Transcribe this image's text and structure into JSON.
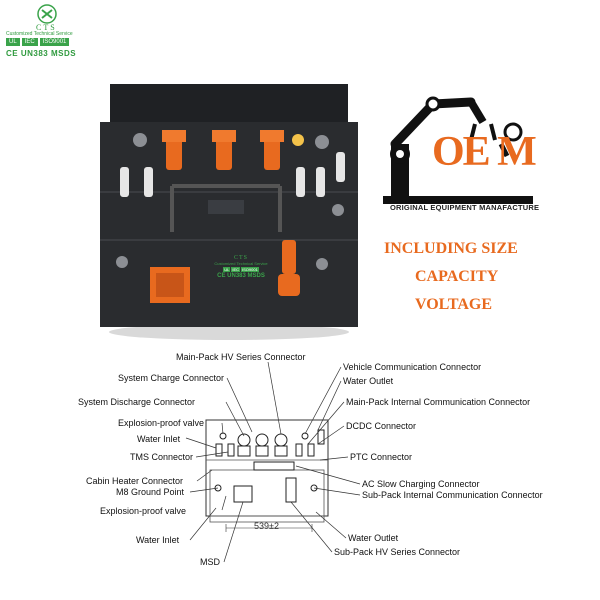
{
  "brand": {
    "name": "CTS",
    "subtitle": "Customized Technical Service",
    "certs": [
      "UL",
      "IEC",
      "ISO9001"
    ],
    "certs_line2": "CE UN383  MSDS"
  },
  "product_label": {
    "name": "CTS",
    "subtitle": "Customized Technical Service",
    "certs": [
      "UL",
      "IEC",
      "ISO9001"
    ],
    "line2": "CE UN383 MSDS"
  },
  "oem": {
    "logo_text": "OE M",
    "caption": "ORIGINAL EQUIPMENT MANAFACTURE"
  },
  "promo": {
    "line1": "INCLUDING SIZE",
    "line2": "CAPACITY",
    "line3": "VOLTAGE"
  },
  "diagram": {
    "dimension": "539±2",
    "labels_top": [
      "Main-Pack HV Series Connector"
    ],
    "labels_left": [
      "System Charge Connector",
      "System Discharge Connector",
      "Explosion-proof valve",
      "Water Inlet",
      "TMS Connector",
      "Cabin Heater Connector",
      "M8 Ground Point",
      "Explosion-proof valve",
      "Water Inlet",
      "MSD"
    ],
    "labels_right": [
      "Vehicle Communication Connector",
      "Water Outlet",
      "Main-Pack Internal Communication Connector",
      "DCDC Connector",
      "PTC Connector",
      "AC Slow Charging Connector",
      "Sub-Pack Internal Communication Connector",
      "Water Outlet",
      "Sub-Pack HV Series Connector"
    ]
  },
  "colors": {
    "accent_orange": "#e86a1f",
    "brand_green": "#3aa34a",
    "body_dark": "#2a2c2f"
  }
}
